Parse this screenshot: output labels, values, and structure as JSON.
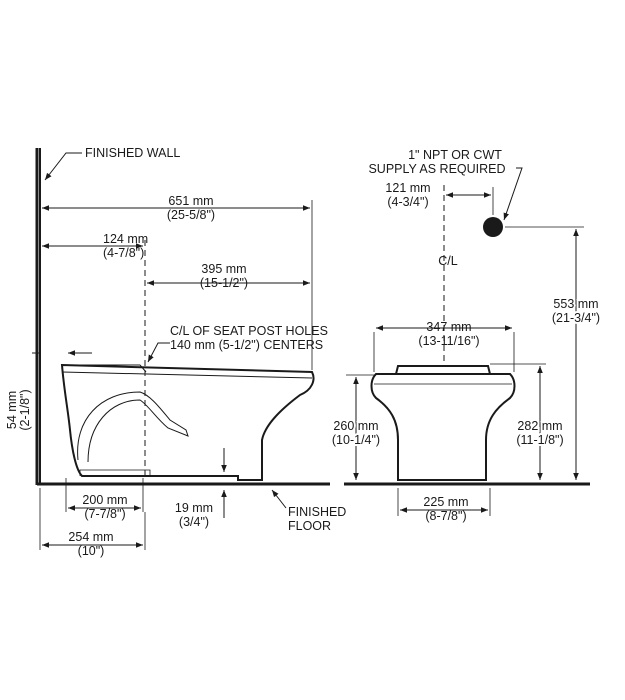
{
  "labels": {
    "finished_wall": "FINISHED WALL",
    "finished_floor_1": "FINISHED",
    "finished_floor_2": "FLOOR",
    "seat_post_1": "C/L OF SEAT POST HOLES",
    "seat_post_2": "140 mm (5-1/2\") CENTERS",
    "supply_1": "1\" NPT OR CWT",
    "supply_2": "SUPPLY AS REQUIRED",
    "centerline": "C/L"
  },
  "dimensions": {
    "d651_mm": "651 mm",
    "d651_in": "(25-5/8\")",
    "d124_mm": "124 mm",
    "d124_in": "(4-7/8\")",
    "d395_mm": "395 mm",
    "d395_in": "(15-1/2\")",
    "d54_mm": "54 mm",
    "d54_in": "(2-1/8\")",
    "d200_mm": "200 mm",
    "d200_in": "(7-7/8\")",
    "d19_mm": "19 mm",
    "d19_in": "(3/4\")",
    "d254_mm": "254 mm",
    "d254_in": "(10\")",
    "d121_mm": "121 mm",
    "d121_in": "(4-3/4\")",
    "d553_mm": "553 mm",
    "d553_in": "(21-3/4\")",
    "d347_mm": "347 mm",
    "d347_in": "(13-11/16\")",
    "d260_mm": "260 mm",
    "d260_in": "(10-1/4\")",
    "d282_mm": "282 mm",
    "d282_in": "(11-1/8\")",
    "d225_mm": "225 mm",
    "d225_in": "(8-7/8\")"
  }
}
